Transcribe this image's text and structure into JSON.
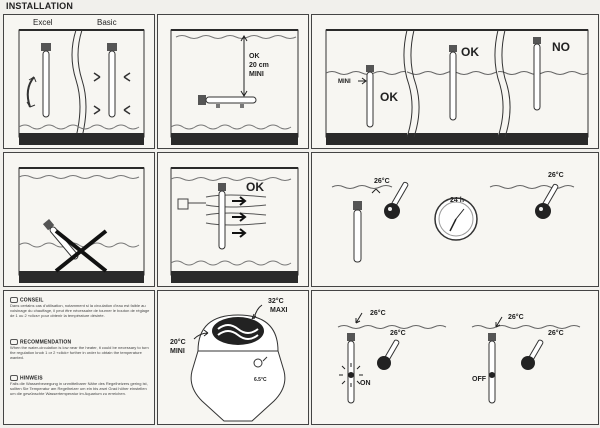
{
  "header": {
    "title": "INSTALLATION"
  },
  "panels": {
    "p1": {
      "left_label": "Excel",
      "right_label": "Basic"
    },
    "p2": {
      "ok": "OK",
      "line1": "20 cm",
      "line2": "MINI"
    },
    "p3": {
      "mini": "MINI",
      "ok_a": "OK",
      "ok_b": "OK",
      "no": "NO"
    },
    "p5": {
      "ok": "OK"
    },
    "p6": {
      "temp_a": "26°C",
      "clock": "24 h",
      "temp_b": "26°C"
    },
    "p8": {
      "max_temp": "32°C",
      "max_label": "MAXI",
      "min_temp": "20°C",
      "min_label": "MINI",
      "dial": "6.5°C"
    },
    "p9": {
      "t1": "26°C",
      "t2": "26°C",
      "on": "ON",
      "t3": "26°C",
      "t4": "26°C",
      "off": "OFF"
    }
  },
  "notes": [
    {
      "heading": "CONSEIL",
      "text": "Dans certains cas d'utilisation, notamment si la circulation d'eau est faible au voisinage du chauffage, il peut être nécessaire de tourner le bouton de réglage de 1 ou 2 «clics» pour obtenir la température désirée."
    },
    {
      "heading": "RECOMMENDATION",
      "text": "When the water-circulation is low near the heater, it could be necessary to turn the regulation knob 1 or 2 «click» further in order to obtain the temperature wanted."
    },
    {
      "heading": "HINWEIS",
      "text": "Falls die Wasserbewegung in unmittelbarer Nähe des Regelheizers gering ist, sollten Sie Temperatur am Regelheizer um ein bis zwei Grad höher einstellen um die gewünschte Wassertemperatur im Aquarium zu erreichen."
    }
  ]
}
